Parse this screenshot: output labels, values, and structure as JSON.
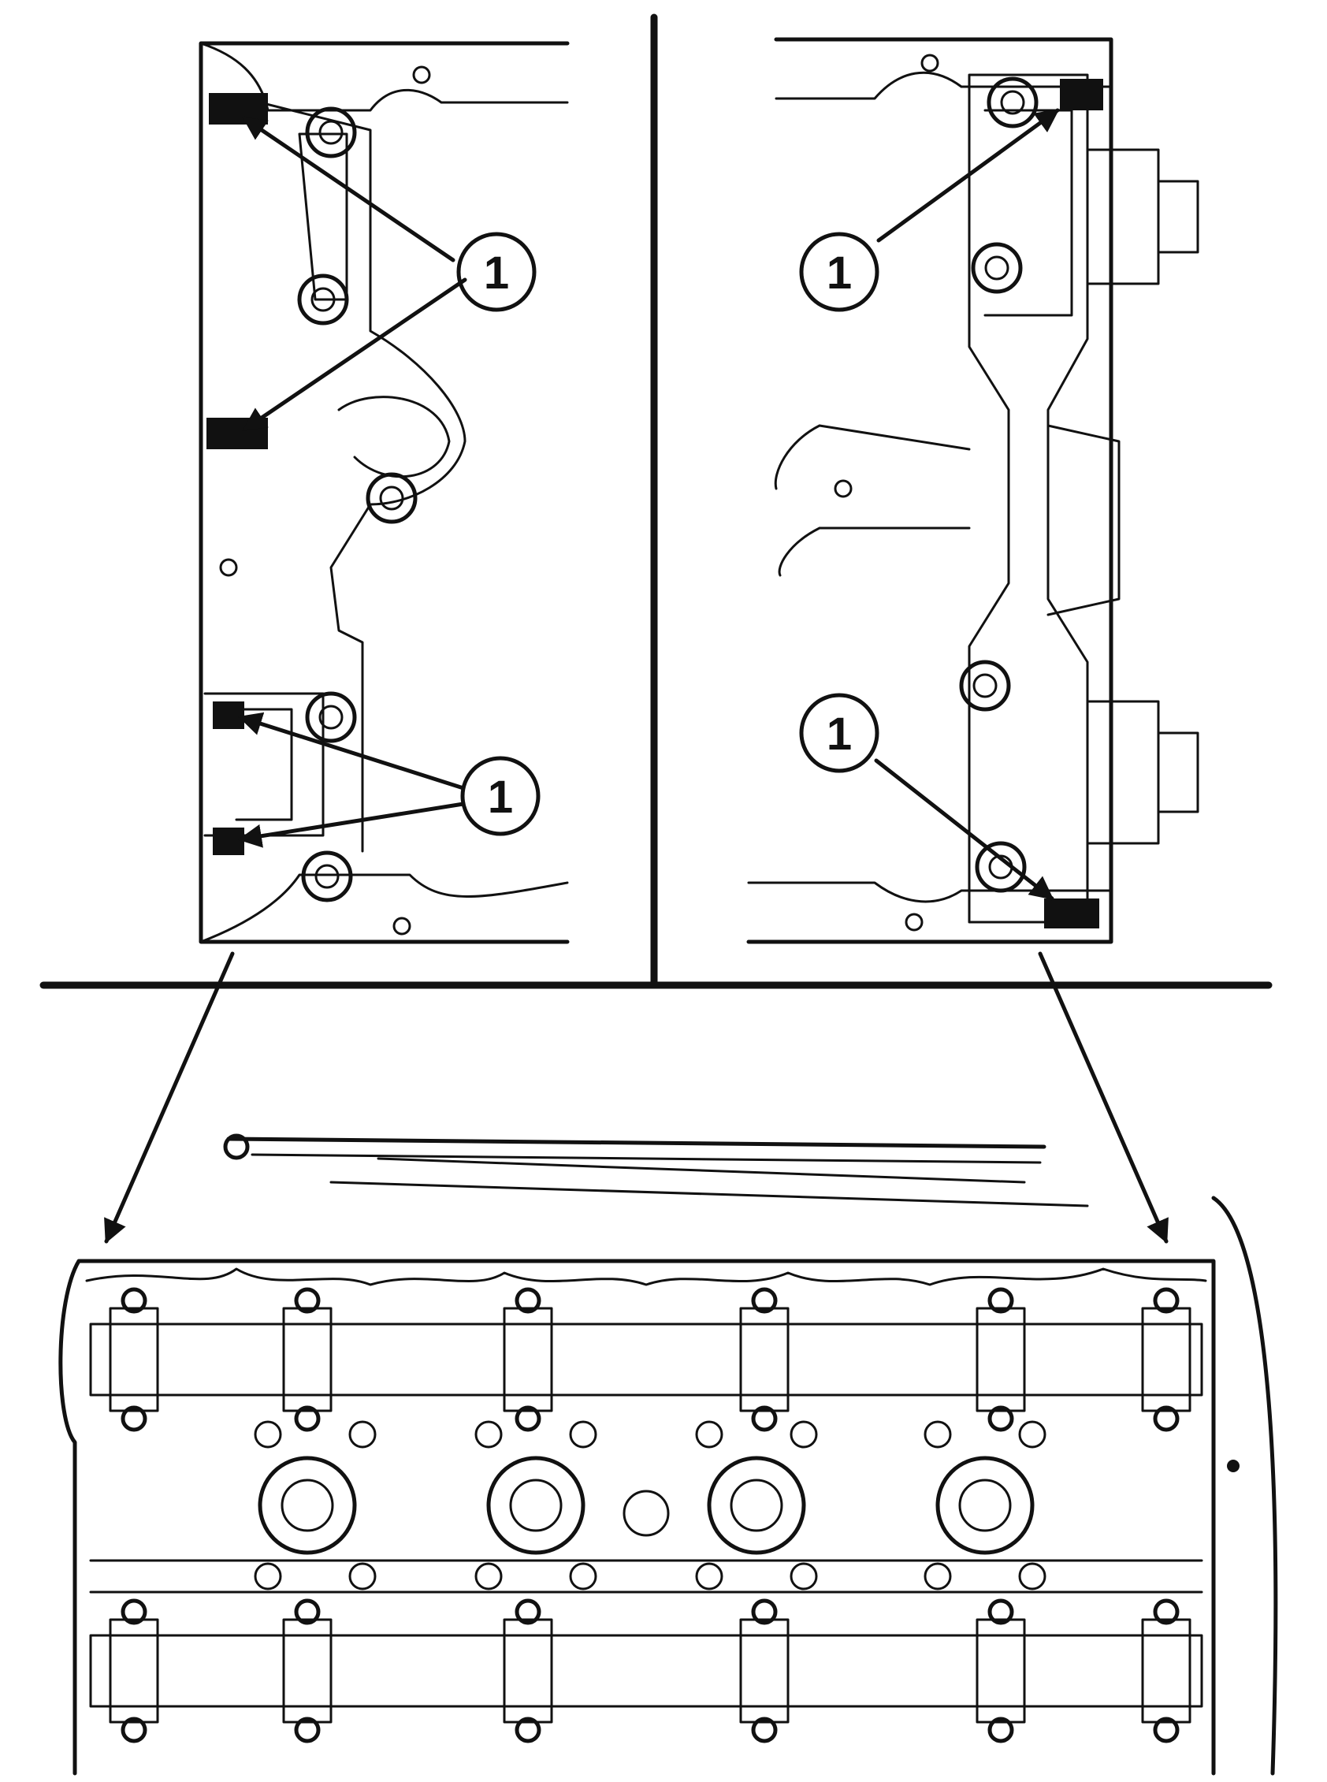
{
  "diagram": {
    "callouts": [
      {
        "label": "1"
      },
      {
        "label": "1"
      },
      {
        "label": "1"
      },
      {
        "label": "1"
      }
    ],
    "colors": {
      "ink": "#111111",
      "background": "#ffffff"
    }
  }
}
